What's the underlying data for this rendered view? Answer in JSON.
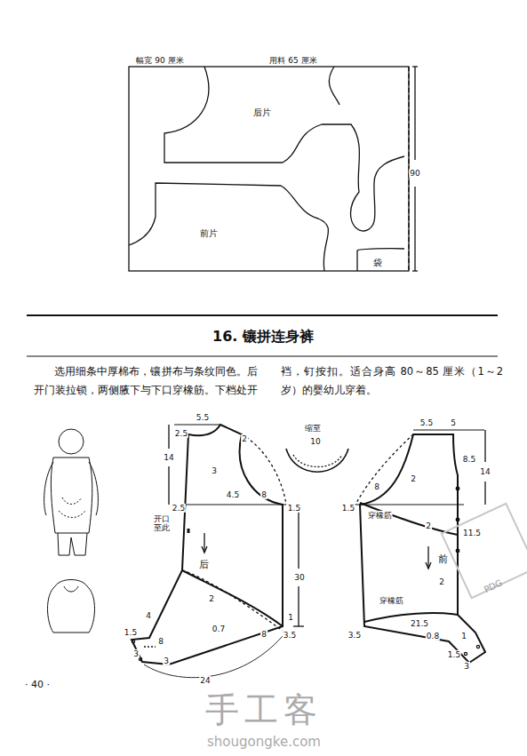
{
  "diagram": {
    "title": "16. 镶拼连身裤",
    "labels": [
      "幅宽 90 厘米",
      "用料 65 厘米",
      "后片",
      "前片",
      "袋",
      "90",
      "选用细条中厚棉布，镶拼布与条纹同色。后开门装拉锁，两侧腋下与下口穿橡筋。下档处开",
      "裆，钉按扣。适合身高 80～85 厘米（1～2 岁）的婴幼儿穿着。",
      "2.5",
      "5.5",
      "2",
      "14",
      "3",
      "4.5",
      "8",
      "2.5",
      "1.5",
      "开口至此",
      "后",
      "30",
      "2",
      "4",
      "0.7",
      "8",
      "1",
      "3.5",
      "1.5",
      "8",
      "3",
      "3",
      "24",
      "缩至",
      "10",
      "5.5",
      "5",
      "8.5",
      "14",
      "2",
      "8",
      "1.5",
      "穿橡筋",
      "2",
      "11.5",
      "前",
      "2",
      "穿橡筋",
      "3.5",
      "21.5",
      "0.8",
      "1",
      "1.5",
      "3",
      "· 40 ·",
      "手工客",
      "shougongke.com",
      "PDG"
    ]
  }
}
